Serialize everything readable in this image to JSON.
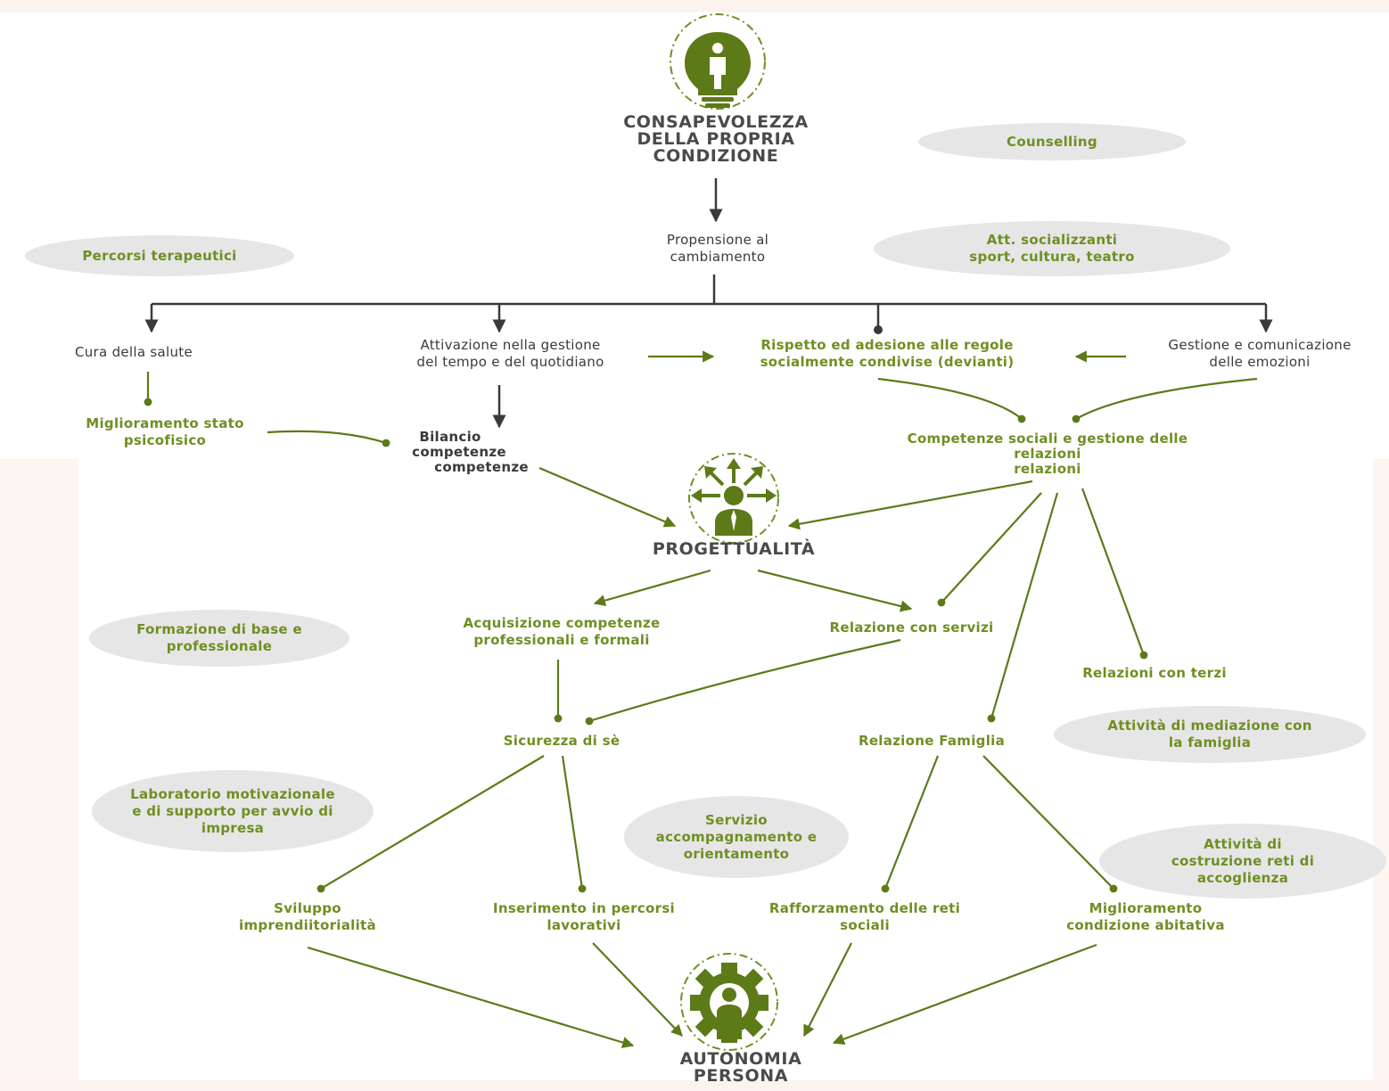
{
  "hubs": {
    "consapevolezza": [
      "CONSAPEVOLEZZA",
      "DELLA PROPRIA",
      "CONDIZIONE"
    ],
    "progettualita": "PROGETTUALITÀ",
    "autonomia": [
      "AUTONOMIA",
      "PERSONA"
    ]
  },
  "nodes": {
    "propensione": [
      "Propensione al",
      "cambiamento"
    ],
    "cura_salute": "Cura della salute",
    "attivazione": [
      "Attivazione nella gestione",
      "del tempo e del quotidiano"
    ],
    "rispetto": [
      "Rispetto ed adesione alle regole",
      "socialmente condivise (devianti)"
    ],
    "gestione_emozioni": [
      "Gestione e comunicazione",
      "delle emozioni"
    ],
    "miglioramento_stato": [
      "Miglioramento stato",
      "psicofisico"
    ],
    "bilancio": [
      "Bilancio",
      "competenze",
      "competenze"
    ],
    "competenze_sociali": [
      "Competenze sociali e gestione delle",
      "relazioni",
      "relazioni"
    ],
    "acquisizione": [
      "Acquisizione competenze",
      "professionali e formali"
    ],
    "relazione_servizi": "Relazione con servizi",
    "relazioni_terzi": "Relazioni con terzi",
    "sicurezza": "Sicurezza di sè",
    "relazione_famiglia": "Relazione Famiglia",
    "sviluppo": [
      "Sviluppo",
      "imprendiitorialità"
    ],
    "inserimento": [
      "Inserimento in percorsi",
      "lavorativi"
    ],
    "rafforzamento": [
      "Rafforzamento delle reti",
      "sociali"
    ],
    "miglioramento_abitativa": [
      "Miglioramento",
      "condizione abitativa"
    ]
  },
  "activities": {
    "counselling": "Counselling",
    "percorsi": "Percorsi terapeutici",
    "att_socializzanti": [
      "Att. socializzanti",
      "sport, cultura, teatro"
    ],
    "formazione": [
      "Formazione di base e",
      "professionale"
    ],
    "mediazione": [
      "Attività di mediazione con",
      "la famiglia"
    ],
    "laboratorio": [
      "Laboratorio motivazionale",
      "e di supporto per avvio di",
      "impresa"
    ],
    "servizio": [
      "Servizio",
      "accompagnamento e",
      "orientamento"
    ],
    "reti": [
      "Attività di",
      "costruzione reti di",
      "accoglienza"
    ]
  },
  "colors": {
    "accent_green": "#6f8f22",
    "dark_text": "#3a3a3a",
    "pill_grey": "#e6e6e6",
    "dark_line": "#3a3a3a"
  },
  "icons": [
    "lightbulb-person-icon",
    "person-directions-icon",
    "gear-person-icon"
  ]
}
